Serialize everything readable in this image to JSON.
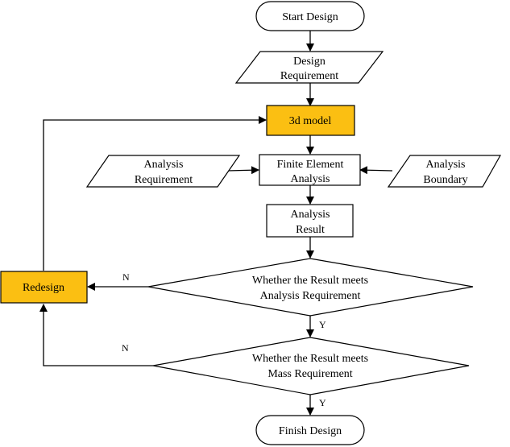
{
  "nodes": {
    "start": {
      "label": "Start Design"
    },
    "design_req": {
      "label_lines": [
        "Design",
        "Requirement"
      ]
    },
    "model": {
      "label": "3d model"
    },
    "fea": {
      "label_lines": [
        "Finite Element",
        "Analysis"
      ]
    },
    "analysis_req": {
      "label_lines": [
        "Analysis",
        "Requirement"
      ]
    },
    "analysis_boundary": {
      "label_lines": [
        "Analysis",
        "Boundary"
      ]
    },
    "analysis_result": {
      "label_lines": [
        "Analysis",
        "Result"
      ]
    },
    "check_analysis": {
      "label_lines": [
        "Whether the Result meets",
        "Analysis Requirement"
      ]
    },
    "check_mass": {
      "label_lines": [
        "Whether the Result meets",
        "Mass Requirement"
      ]
    },
    "redesign": {
      "label": "Redesign"
    },
    "finish": {
      "label": "Finish Design"
    }
  },
  "edges": {
    "analysis_no": "N",
    "analysis_yes": "Y",
    "mass_no": "N",
    "mass_yes": "Y"
  },
  "colors": {
    "highlight_fill": "#fbbf12",
    "stroke": "#000000"
  }
}
